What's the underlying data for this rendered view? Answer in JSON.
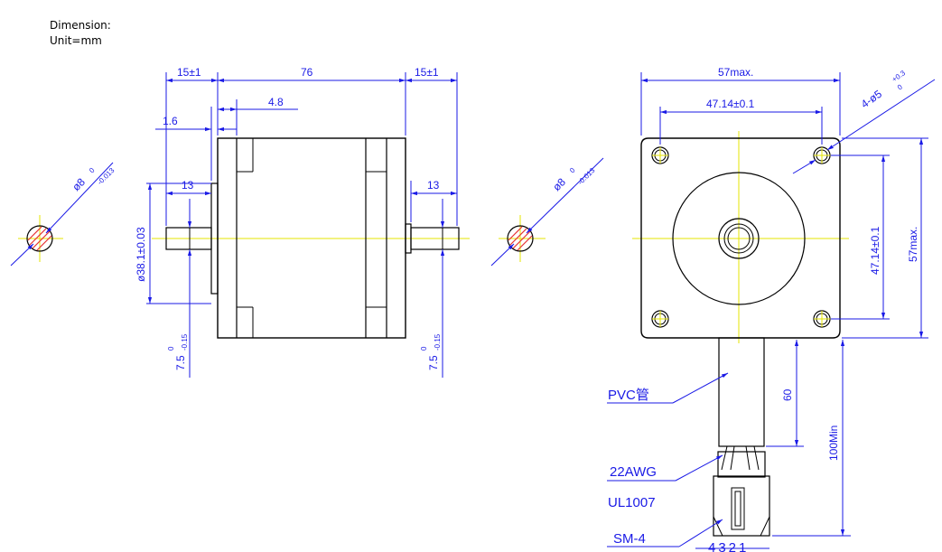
{
  "header": {
    "line1": "Dimension:",
    "line2": "Unit=mm"
  },
  "side_view": {
    "shaft_length_left": "15±1",
    "body_length": "76",
    "shaft_length_right": "15±1",
    "boss_length": "4.8",
    "flange_thickness": "1.6",
    "flat_length_left": "13",
    "flat_length_right": "13",
    "boss_diameter": "ø38.1±0.03",
    "flat_depth": "7.5",
    "flat_depth_upper_tol": "0",
    "flat_depth_lower_tol": "-0.15"
  },
  "shaft_section": {
    "diameter": "ø8",
    "upper_tol": "0",
    "lower_tol": "-0.013"
  },
  "front_view": {
    "width_overall": "57max.",
    "hole_spacing_h": "47.14±0.1",
    "hole_spacing_v": "47.14±0.1",
    "height_overall": "57max.",
    "holes": "4-ø5",
    "holes_upper_tol": "+0.3",
    "holes_lower_tol": "0",
    "cable_sleeve_length": "60",
    "lead_length": "100Min",
    "labels": {
      "sleeve": "PVC管",
      "wire_gauge": "22AWG",
      "wire_std": "UL1007",
      "connector": "SM-4",
      "pin_order": "4321"
    }
  },
  "colors": {
    "outline": "#000000",
    "dimension": "#1a1ae6",
    "centerline": "#e6e600",
    "section_hatch": "#e63232"
  }
}
